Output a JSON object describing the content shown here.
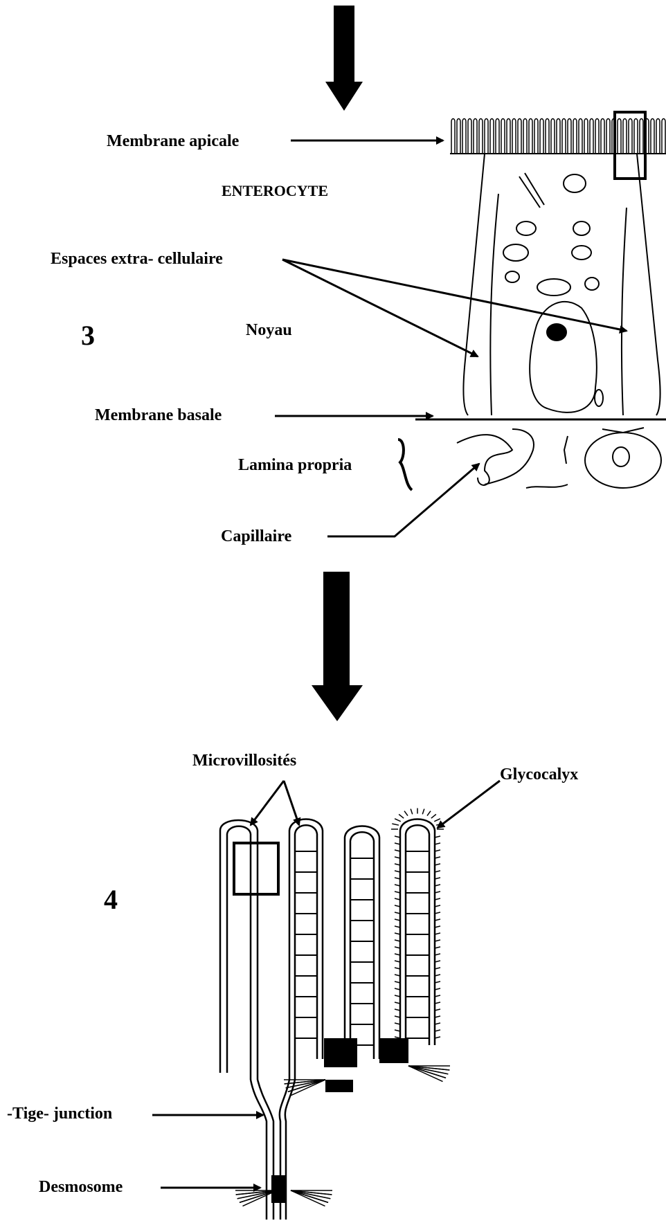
{
  "panel3": {
    "number": "3",
    "membrane_apicale": "Membrane apicale",
    "enterocyte": "ENTEROCYTE",
    "espaces": "Espaces extra- cellulaire",
    "noyau": "Noyau",
    "membrane_basale": "Membrane basale",
    "lamina": "Lamina propria",
    "capillaire": "Capillaire"
  },
  "panel4": {
    "number": "4",
    "microvillosites": "Microvillosités",
    "glycocalyx": "Glycocalyx",
    "tige_junction": "-Tige- junction",
    "desmosome": "Desmosome"
  },
  "colors": {
    "ink": "#000000",
    "background": "#ffffff"
  }
}
